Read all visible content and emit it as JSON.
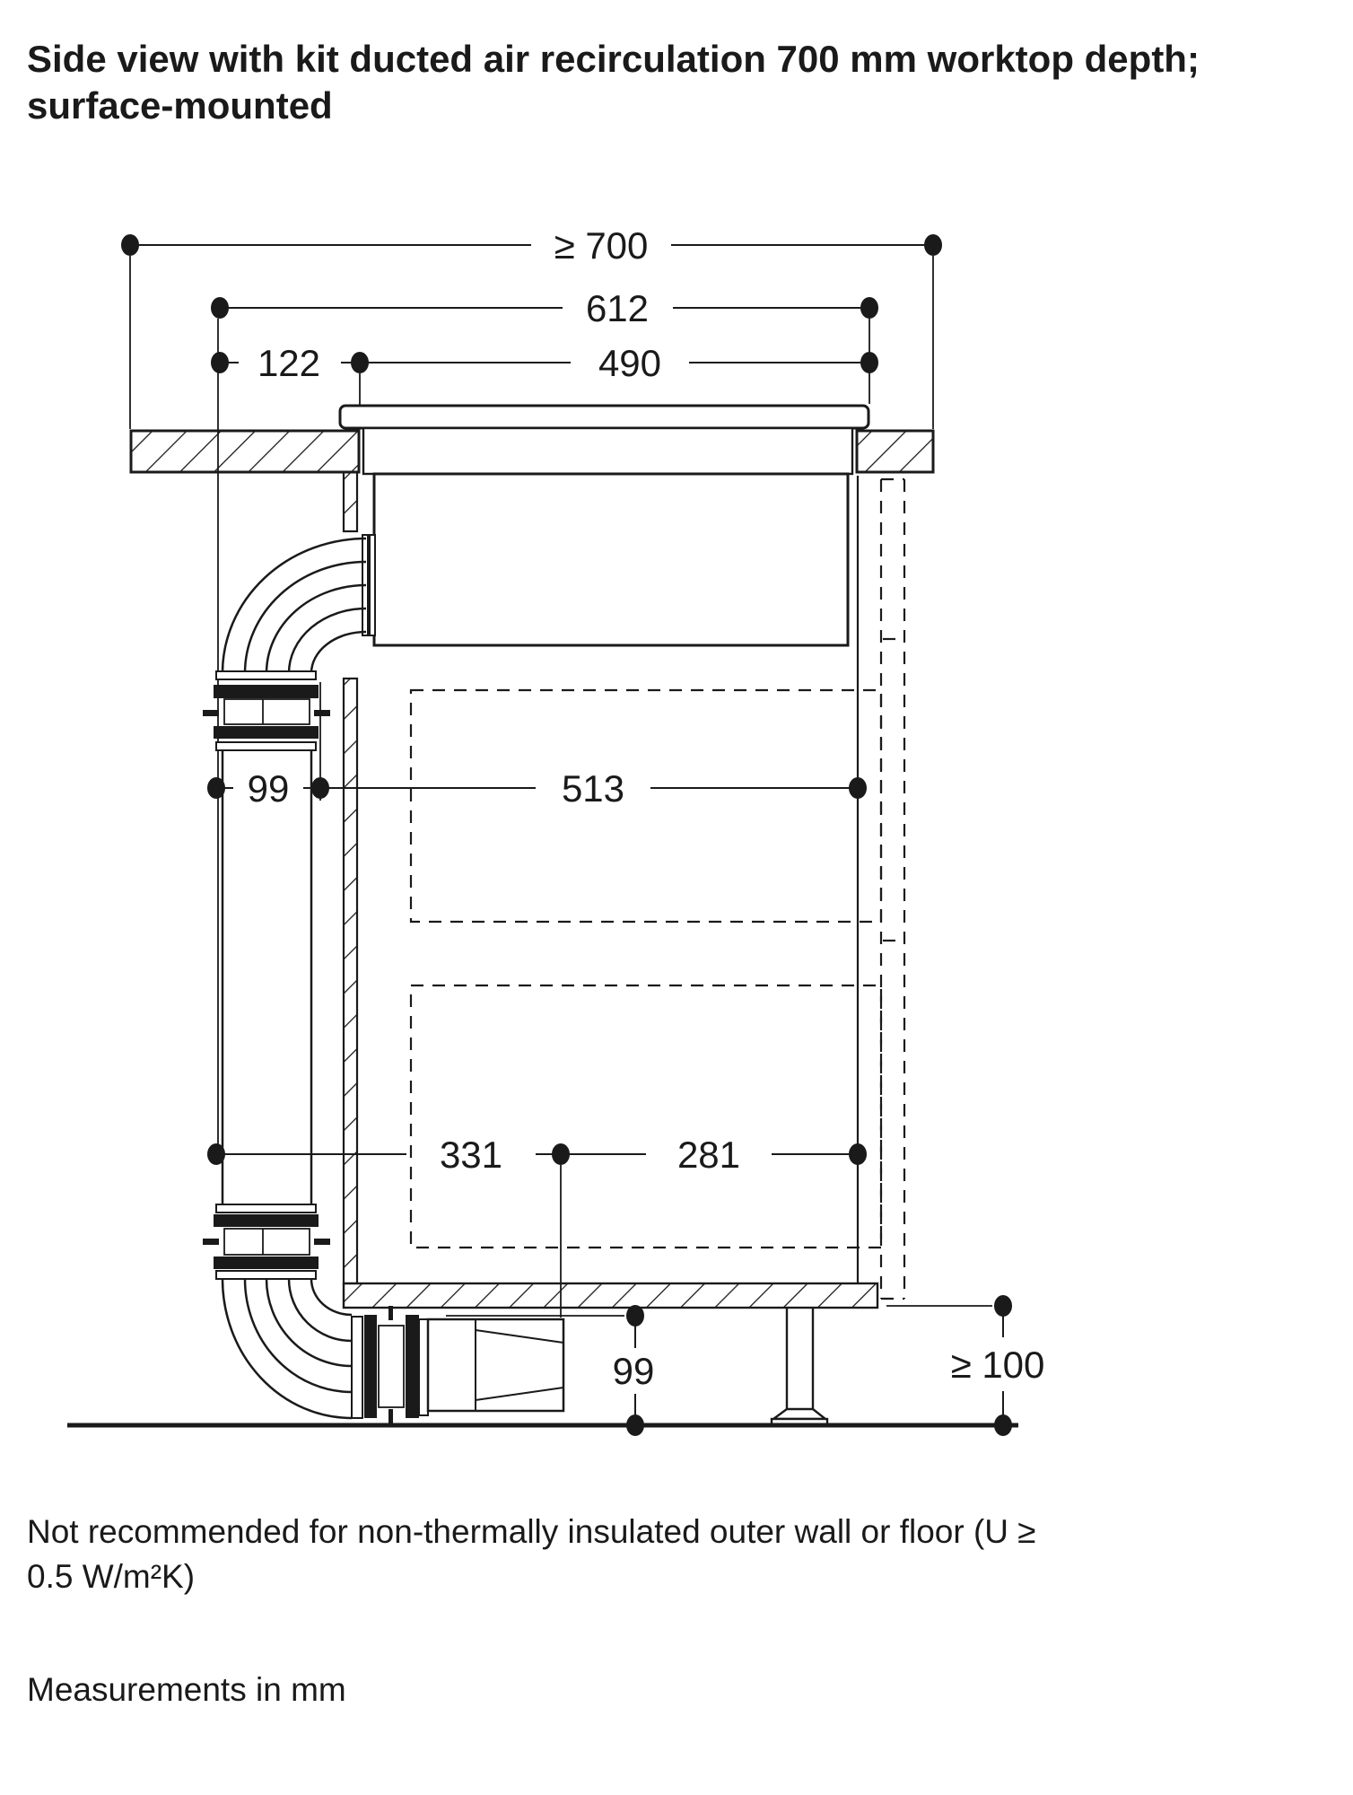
{
  "title": {
    "line1": "Side view with kit ducted air recirculation 700 mm worktop depth;",
    "line2": "surface-mounted"
  },
  "notes": {
    "insulation_line1": "Not recommended for non-thermally insulated outer wall or floor (U ≥",
    "insulation_line2": "0.5 W/m²K)",
    "units": "Measurements in mm"
  },
  "dimensions": {
    "worktop_depth": "≥ 700",
    "appliance_overall": "612",
    "rear_duct_offset": "122",
    "hob_glass": "490",
    "duct_depth_upper": "99",
    "cabinet_inner_clearance": "513",
    "plinth_duct_run": "331",
    "plinth_clearance_right": "281",
    "plinth_height": "99",
    "floor_wall_clearance": "≥ 100"
  },
  "colors": {
    "line": "#1a1a1a",
    "background": "#ffffff"
  }
}
